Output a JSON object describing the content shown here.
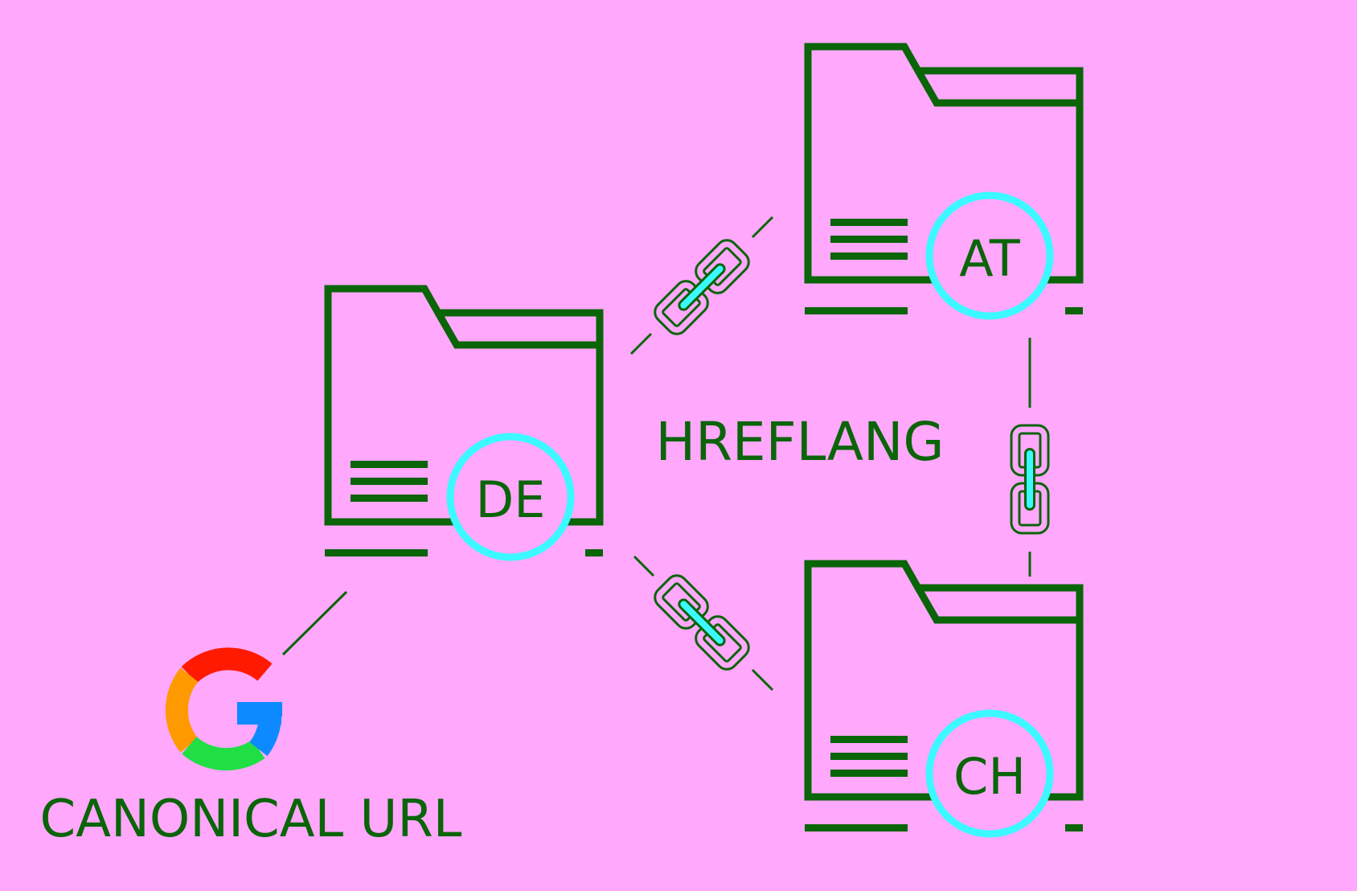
{
  "colors": {
    "background": "#FFA8FC",
    "ink": "#0A6408",
    "accent": "#3CF9FF",
    "google_red": "#FF1A00",
    "google_orange": "#FF9900",
    "google_green": "#1FDF45",
    "google_blue": "#0D8AFF"
  },
  "labels": {
    "hreflang": "HREFLANG",
    "canonical": "CANONICAL URL"
  },
  "folders": {
    "de": {
      "code": "DE"
    },
    "at": {
      "code": "AT"
    },
    "ch": {
      "code": "CH"
    }
  },
  "icons": {
    "folder": "folder-icon",
    "link": "chain-link-icon",
    "google": "google-g-logo"
  }
}
